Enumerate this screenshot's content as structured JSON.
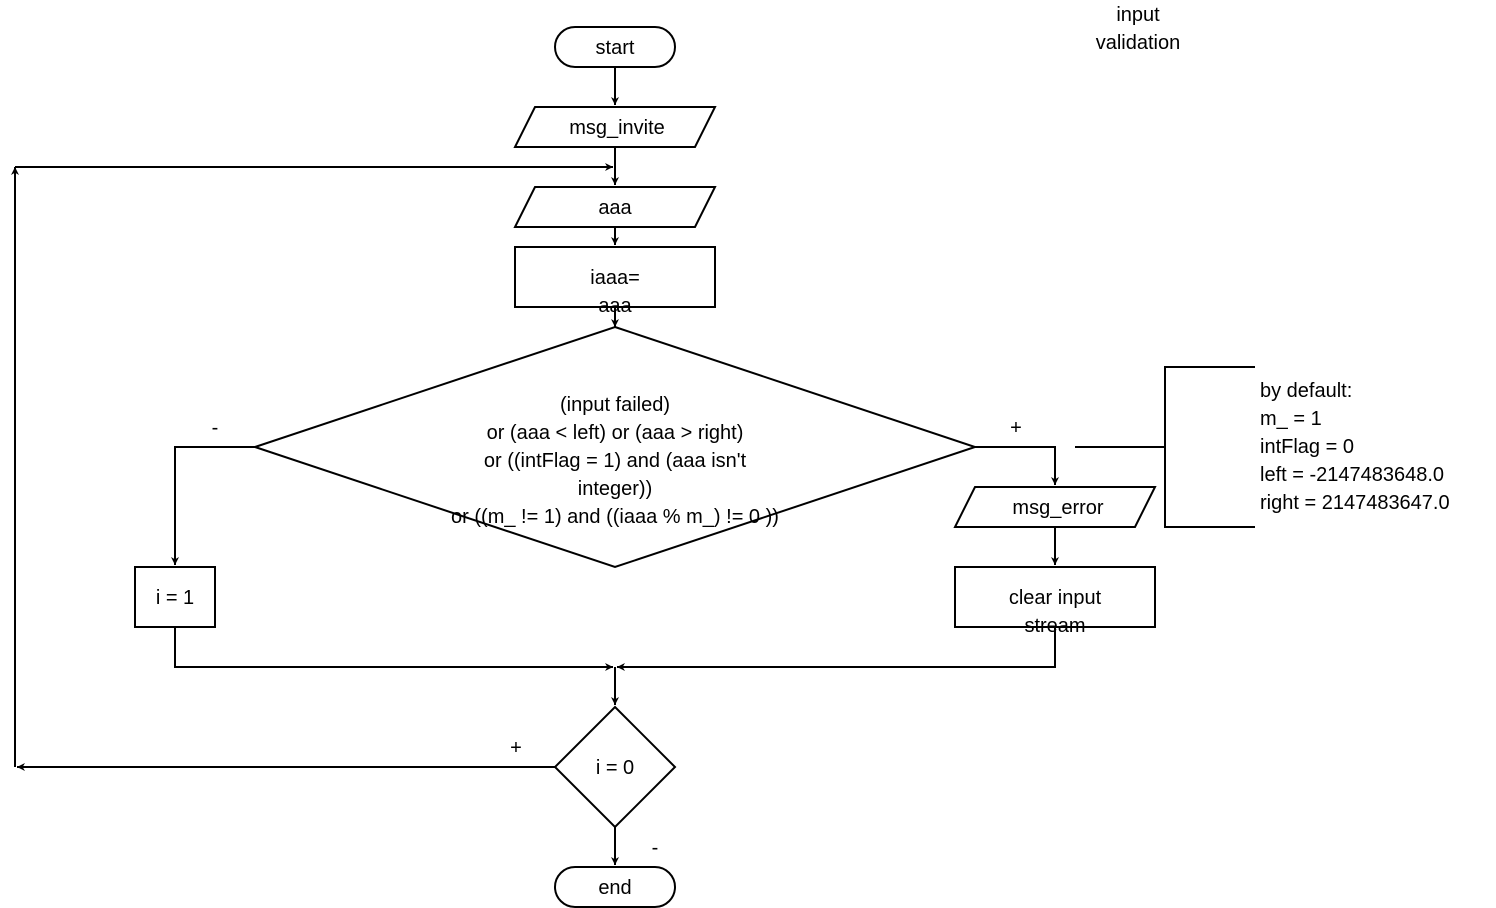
{
  "title": [
    "input",
    "validation"
  ],
  "nodes": {
    "start": "start",
    "msg_invite": "msg_invite",
    "input_aaa": "aaa",
    "assign_iaaa": [
      "iaaa=",
      "aaa"
    ],
    "condition": [
      "(input failed)",
      "or (aaa < left) or (aaa > right)",
      "or ((intFlag = 1) and (aaa isn't",
      "integer))",
      "or ((m_ != 1) and ((iaaa % m_) != 0 ))"
    ],
    "set_i": "i = 1",
    "msg_error": "msg_error",
    "clear_stream": [
      "clear input",
      "stream"
    ],
    "loop_check": "i = 0",
    "end": "end"
  },
  "edge_labels": {
    "cond_false": "-",
    "cond_true": "+",
    "loop_true": "+",
    "loop_false": "-"
  },
  "annotation": [
    "by default:",
    "m_ = 1",
    "intFlag = 0",
    "left = -2147483648.0",
    "right = 2147483647.0"
  ]
}
